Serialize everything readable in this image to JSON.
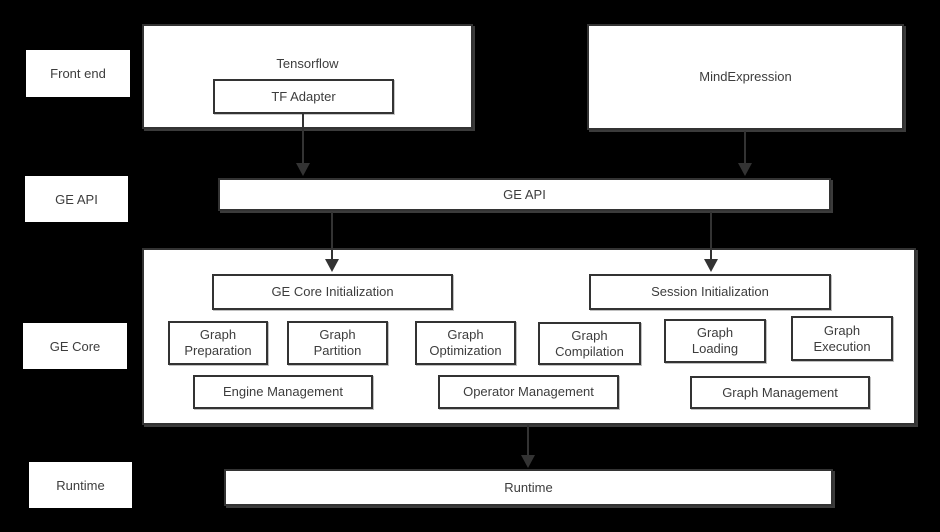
{
  "colors": {
    "background": "#000000",
    "box_fill": "#ffffff",
    "box_border": "#333333",
    "text": "#3d3d3d",
    "arrow": "#333333"
  },
  "side_labels": {
    "front_end": "Front end",
    "ge_api": "GE API",
    "ge_core": "GE Core",
    "runtime": "Runtime"
  },
  "front_end": {
    "tensorflow_title": "Tensorflow",
    "tf_adapter": "TF Adapter",
    "mind_expression": "MindExpression"
  },
  "ge_api_bar": {
    "label": "GE API"
  },
  "ge_core": {
    "core_init": "GE Core Initialization",
    "session_init": "Session Initialization",
    "stages": [
      {
        "label": "Graph\nPreparation"
      },
      {
        "label": "Graph\nPartition"
      },
      {
        "label": "Graph\nOptimization"
      },
      {
        "label": "Graph\nCompilation"
      },
      {
        "label": "Graph\nLoading"
      },
      {
        "label": "Graph\nExecution"
      }
    ],
    "management": [
      {
        "label": "Engine Management"
      },
      {
        "label": "Operator Management"
      },
      {
        "label": "Graph Management"
      }
    ]
  },
  "runtime_bar": {
    "label": "Runtime"
  }
}
